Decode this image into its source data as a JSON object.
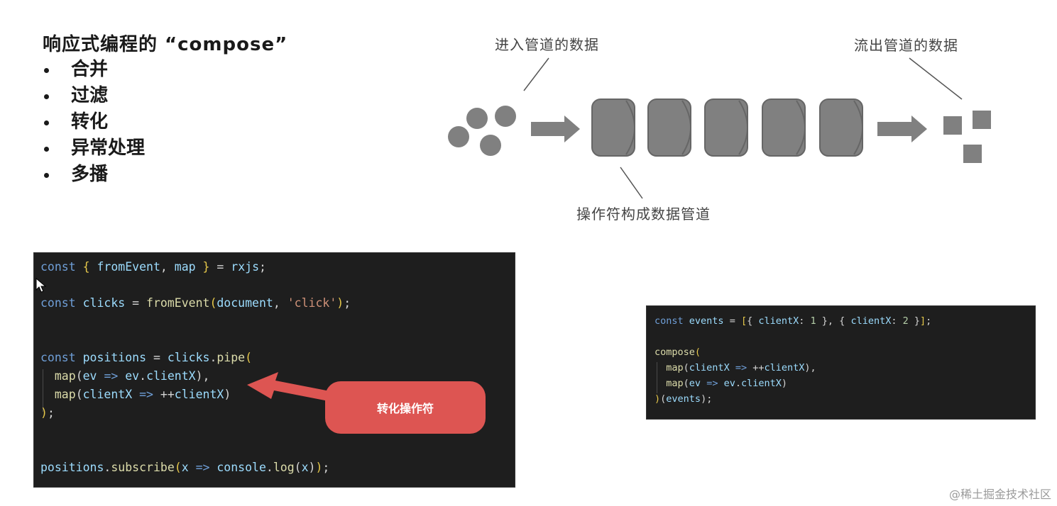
{
  "slide": {
    "title": "响应式编程的 “compose”",
    "bullets": [
      "合并",
      "过滤",
      "转化",
      "异常处理",
      "多播"
    ]
  },
  "diagram": {
    "input_label": "进入管道的数据",
    "output_label": "流出管道的数据",
    "pipeline_label": "操作符构成数据管道",
    "shape_color": "#808080"
  },
  "code_left": {
    "lines": [
      "const { fromEvent, map } = rxjs;",
      "const clicks = fromEvent(document, 'click');",
      "const positions = clicks.pipe(",
      "  map(ev => ev.clientX),",
      "  map(clientX => ++clientX)",
      ");",
      "positions.subscribe(x => console.log(x));"
    ],
    "callout_label": "转化操作符"
  },
  "code_right": {
    "lines": [
      "const events = [{ clientX: 1 }, { clientX: 2 }];",
      "compose(",
      "  map(clientX => ++clientX),",
      "  map(ev => ev.clientX)",
      ")(events);"
    ]
  },
  "watermark": "@稀土掘金技术社区",
  "colors": {
    "code_background": "#1e1e1e",
    "callout": "#dd5552",
    "keyword": "#6f9fd8",
    "string": "#ce9178"
  }
}
